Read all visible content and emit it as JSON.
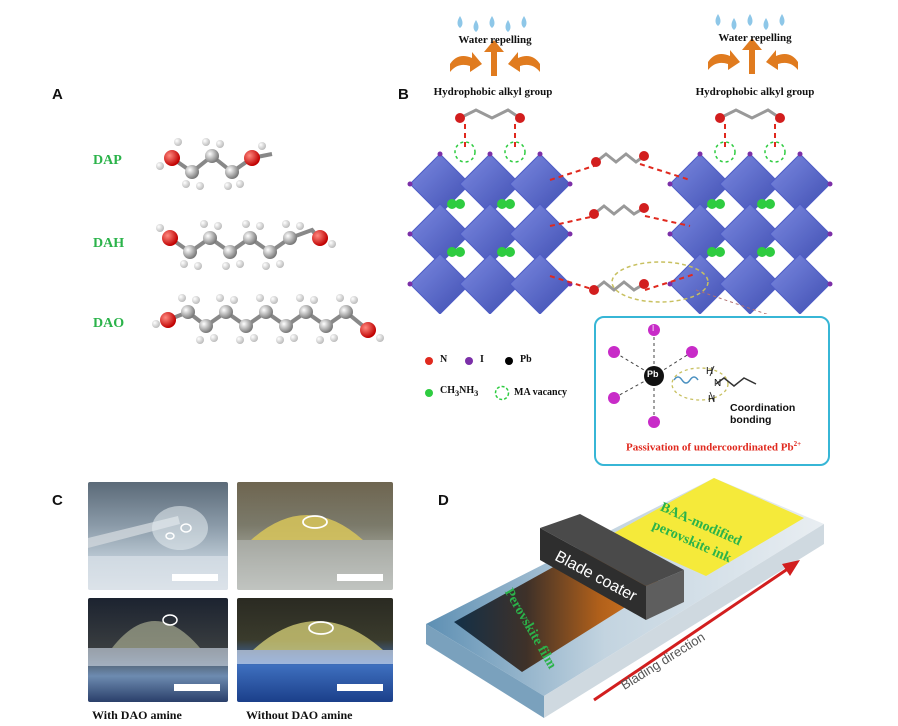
{
  "panels": {
    "a": "A",
    "b": "B",
    "c": "C",
    "d": "D"
  },
  "panel_a": {
    "molecules": [
      {
        "label": "DAP"
      },
      {
        "label": "DAH"
      },
      {
        "label": "DAO"
      }
    ]
  },
  "panel_b": {
    "water_repelling": "Water repelling",
    "hydrophobic": "Hydrophobic alkyl group",
    "legend": {
      "n": "N",
      "i": "I",
      "pb": "Pb",
      "ch3nh3_main": "CH",
      "ch3nh3_sub1": "3",
      "ch3nh3_mid": "NH",
      "ch3nh3_sub2": "3",
      "ma_vacancy": "MA vacancy"
    },
    "inset": {
      "pb_atom": "Pb",
      "i_atom": "I",
      "h_atom": "H",
      "n_atom": "N",
      "coordination": "Coordination bonding",
      "passivation": "Passivation of undercoordinated Pb",
      "passivation_sup": "2+"
    },
    "colors": {
      "n": "#e0291e",
      "i": "#7b2fa8",
      "pb": "#000000",
      "ch3nh3": "#2ecc40",
      "inset_border": "#37b6d6",
      "passivation": "#e0291e"
    }
  },
  "panel_c": {
    "captions": [
      "With DAO amine",
      "Without DAO amine"
    ]
  },
  "panel_d": {
    "blade": "Blade coater",
    "ink_line1": "BAA-modified",
    "ink_line2": "perovskite ink",
    "film": "Perovskite film",
    "direction": "Blading direction"
  }
}
